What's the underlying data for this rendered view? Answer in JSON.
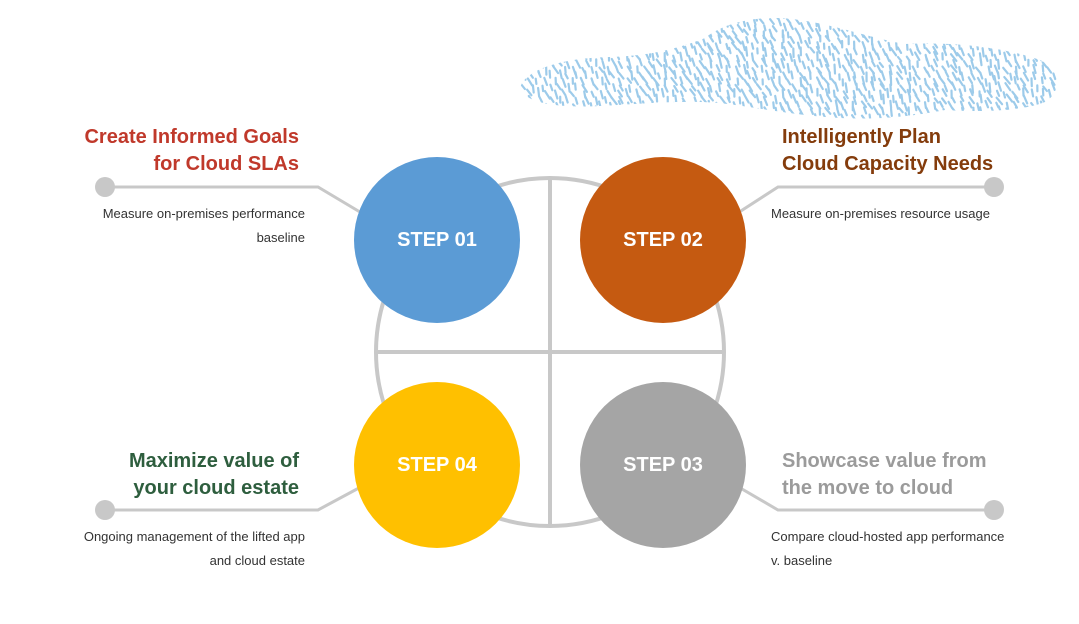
{
  "colors": {
    "step1": "#5b9bd5",
    "step2": "#c55a11",
    "step3": "#a5a5a5",
    "step4": "#ffc000",
    "title1": "#c0392b",
    "title2": "#843c0c",
    "title3": "#9b9b9b",
    "title4": "#2e5e3e",
    "connector": "#c8c8c8",
    "cloud": "#9dcbea"
  },
  "icons": {
    "cloud": "cloud-icon"
  },
  "steps": [
    {
      "label": "STEP 01",
      "title_lines": [
        "Create Informed Goals",
        "for Cloud SLAs"
      ],
      "desc_lines": [
        "Measure on-premises performance",
        "baseline"
      ]
    },
    {
      "label": "STEP 02",
      "title_lines": [
        "Intelligently Plan",
        "Cloud Capacity Needs"
      ],
      "desc_lines": [
        "Measure on-premises resource usage"
      ]
    },
    {
      "label": "STEP 03",
      "title_lines": [
        "Showcase value from",
        "the move to cloud"
      ],
      "desc_lines": [
        "Compare cloud-hosted app performance",
        "v. baseline"
      ]
    },
    {
      "label": "STEP 04",
      "title_lines": [
        "Maximize value of",
        "your cloud estate"
      ],
      "desc_lines": [
        "Ongoing management of the lifted app",
        "and cloud estate"
      ]
    }
  ]
}
